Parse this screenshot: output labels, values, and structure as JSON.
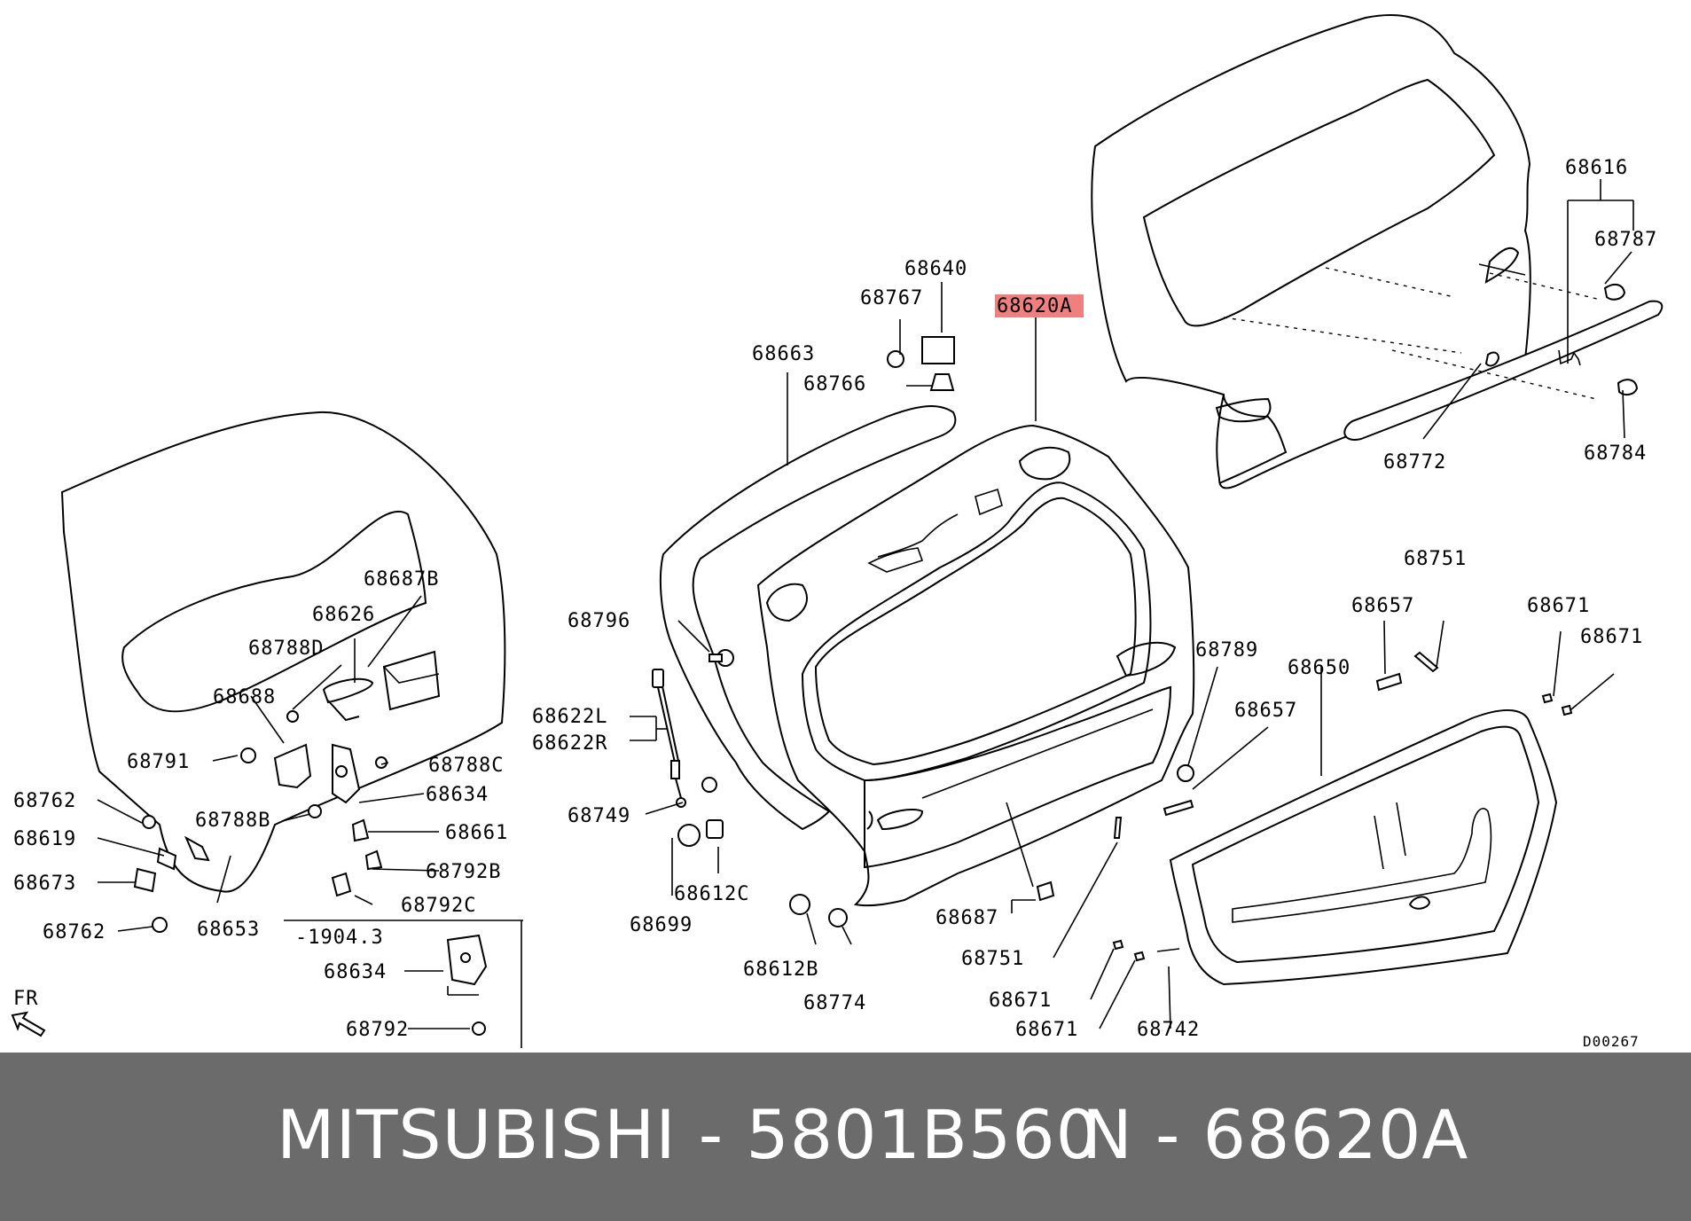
{
  "diagram": {
    "highlight_color": "#f08080",
    "highlighted_part": "68620A",
    "labels": [
      {
        "key": "68616",
        "text": "68616"
      },
      {
        "key": "68787",
        "text": "68787"
      },
      {
        "key": "68640",
        "text": "68640"
      },
      {
        "key": "68767",
        "text": "68767"
      },
      {
        "key": "68620A",
        "text": "68620A"
      },
      {
        "key": "68663",
        "text": "68663"
      },
      {
        "key": "68766",
        "text": "68766"
      },
      {
        "key": "68772",
        "text": "68772"
      },
      {
        "key": "68784",
        "text": "68784"
      },
      {
        "key": "68687B",
        "text": "68687B"
      },
      {
        "key": "68626",
        "text": "68626"
      },
      {
        "key": "68788D",
        "text": "68788D"
      },
      {
        "key": "68688",
        "text": "68688"
      },
      {
        "key": "68791",
        "text": "68791"
      },
      {
        "key": "68788C",
        "text": "68788C"
      },
      {
        "key": "68762a",
        "text": "68762"
      },
      {
        "key": "68634a",
        "text": "68634"
      },
      {
        "key": "68619",
        "text": "68619"
      },
      {
        "key": "68788B",
        "text": "68788B"
      },
      {
        "key": "68661",
        "text": "68661"
      },
      {
        "key": "68673",
        "text": "68673"
      },
      {
        "key": "68792B",
        "text": "68792B"
      },
      {
        "key": "68792C",
        "text": "68792C"
      },
      {
        "key": "68762b",
        "text": "68762"
      },
      {
        "key": "68653",
        "text": "68653"
      },
      {
        "key": "range",
        "text": "-1904.3"
      },
      {
        "key": "68634b",
        "text": "68634"
      },
      {
        "key": "68792",
        "text": "68792"
      },
      {
        "key": "FR",
        "text": "FR"
      },
      {
        "key": "68796",
        "text": "68796"
      },
      {
        "key": "68622L",
        "text": "68622L"
      },
      {
        "key": "68622R",
        "text": "68622R"
      },
      {
        "key": "68749",
        "text": "68749"
      },
      {
        "key": "68612C",
        "text": "68612C"
      },
      {
        "key": "68699",
        "text": "68699"
      },
      {
        "key": "68612B",
        "text": "68612B"
      },
      {
        "key": "68774",
        "text": "68774"
      },
      {
        "key": "68789",
        "text": "68789"
      },
      {
        "key": "68657a",
        "text": "68657"
      },
      {
        "key": "68751a",
        "text": "68751"
      },
      {
        "key": "68671a",
        "text": "68671"
      },
      {
        "key": "68671b",
        "text": "68671"
      },
      {
        "key": "68650",
        "text": "68650"
      },
      {
        "key": "68657b",
        "text": "68657"
      },
      {
        "key": "68687",
        "text": "68687"
      },
      {
        "key": "68751b",
        "text": "68751"
      },
      {
        "key": "68671c",
        "text": "68671"
      },
      {
        "key": "68671d",
        "text": "68671"
      },
      {
        "key": "68742",
        "text": "68742"
      },
      {
        "key": "code",
        "text": "D00267"
      }
    ]
  },
  "footer": {
    "brand": "MITSUBISHI - 5801B560",
    "ref": "N - 68620A",
    "background": "#6b6b6b"
  }
}
